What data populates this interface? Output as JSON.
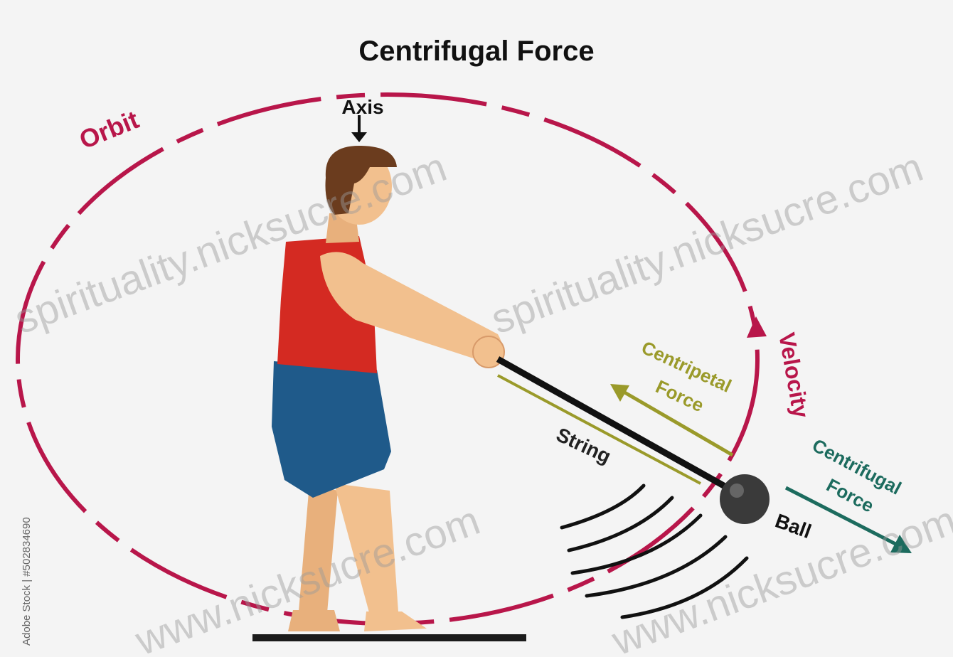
{
  "title": "Centrifugal Force",
  "labels": {
    "orbit": "Orbit",
    "axis": "Axis",
    "velocity": "Velocity",
    "centripetal_line1": "Centripetal",
    "centripetal_line2": "Force",
    "string": "String",
    "centrifugal_line1": "Centrifugal",
    "centrifugal_line2": "Force",
    "ball": "Ball"
  },
  "watermarks": {
    "w1": "spirituality.nicksucre.com",
    "w2": "spirituality.nicksucre.com",
    "w3": "www.nicksucre.com",
    "w4": "www.nicksucre.com"
  },
  "stock_credit": "Adobe Stock | #502834690",
  "colors": {
    "orbit": "#b8164a",
    "centripetal": "#9a9a2a",
    "centrifugal": "#1c6b5e",
    "shirt": "#d42a22",
    "shorts": "#1f5a8a",
    "skin": "#f2c08e",
    "hair": "#6b3c1e"
  }
}
